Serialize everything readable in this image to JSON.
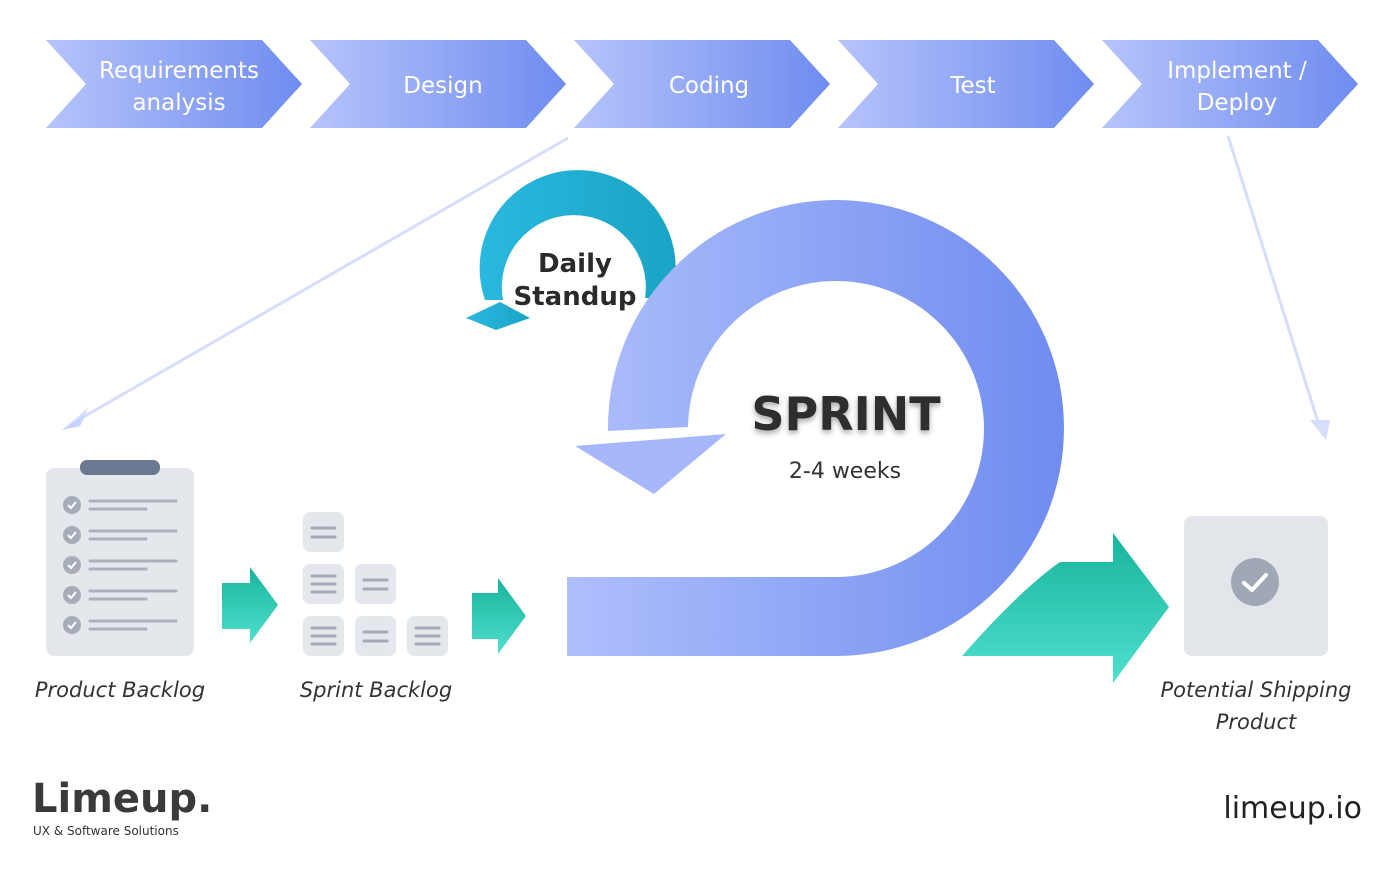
{
  "phases": [
    {
      "lines": [
        "Requirements",
        "analysis"
      ]
    },
    {
      "lines": [
        "Design"
      ]
    },
    {
      "lines": [
        "Coding"
      ]
    },
    {
      "lines": [
        "Test"
      ]
    },
    {
      "lines": [
        "Implement /",
        "Deploy"
      ]
    }
  ],
  "standup": {
    "line1": "Daily",
    "line2": "Standup"
  },
  "sprint": {
    "title": "SPRINT",
    "duration": "2-4 weeks"
  },
  "artifacts": {
    "product_backlog": "Product Backlog",
    "sprint_backlog": "Sprint Backlog",
    "shipping_line1": "Potential Shipping",
    "shipping_line2": "Product"
  },
  "brand": {
    "name": "Limeup.",
    "tagline": "UX & Software Solutions",
    "url": "limeup.io"
  },
  "colors": {
    "phase_gradient_start": "#b4c3fb",
    "phase_gradient_end": "#6f8cef",
    "standup_start": "#2ab6dd",
    "standup_end": "#1ba3c4",
    "green_start": "#1db9a0",
    "green_end": "#4de0cc",
    "card_fill": "#e3e6eb",
    "icon_gray": "#a3aab6"
  },
  "icons": {
    "product_backlog": "clipboard-checklist-icon",
    "sprint_backlog": "task-list-icon",
    "shipping": "checkmark-circle-icon"
  }
}
